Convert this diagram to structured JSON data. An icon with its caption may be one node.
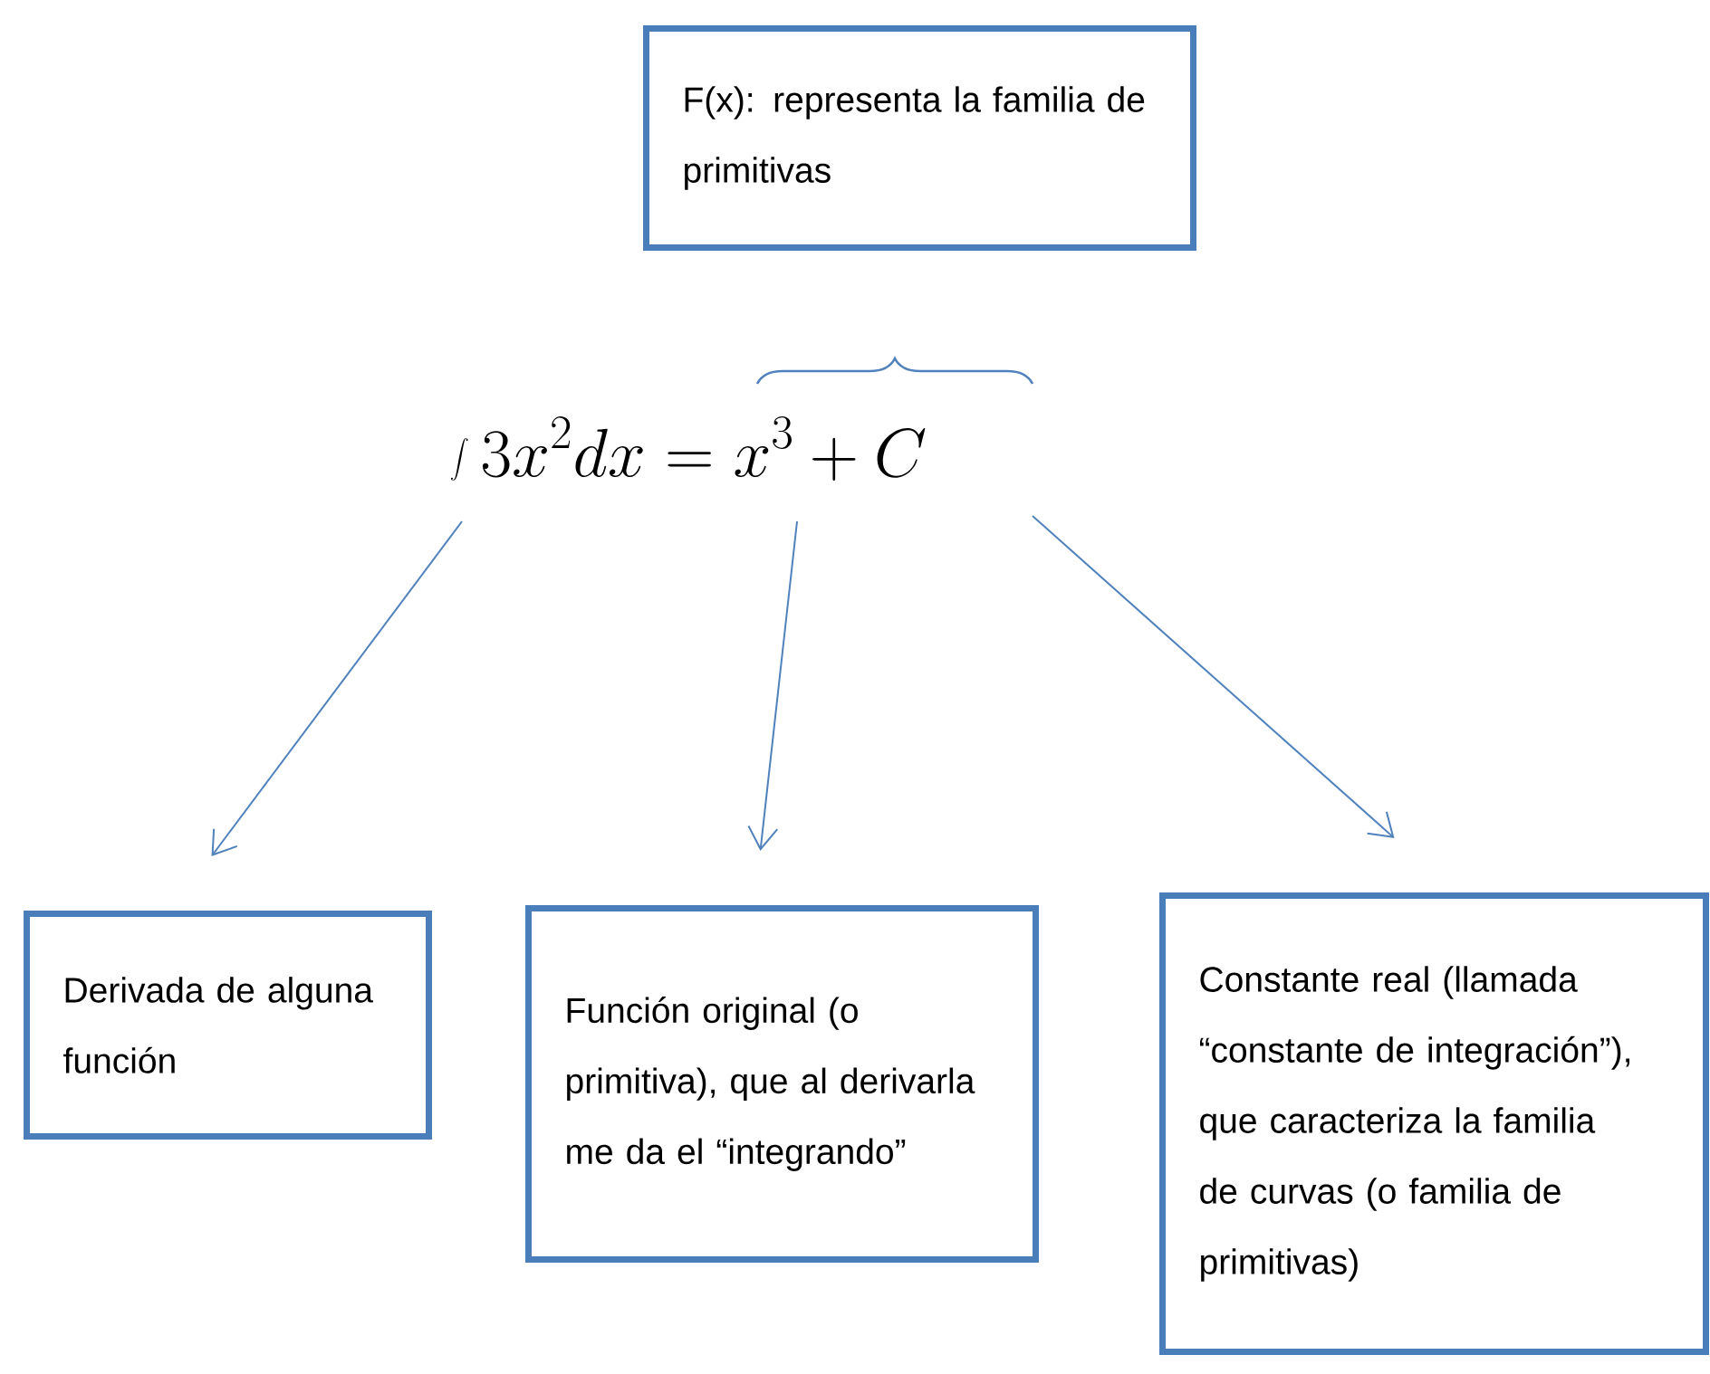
{
  "diagram": {
    "nodes": [
      {
        "text": [
          "F(x): representa la familia de primitivas"
        ]
      },
      {
        "text": [
          "\\int 3x^{2}dx = x^{3} + C"
        ]
      },
      {
        "text": [
          "Derivada de alguna función"
        ]
      },
      {
        "text": [
          "Función original (o primitiva), que al derivarla me da el “integrando”"
        ]
      },
      {
        "text": [
          "Constante real (llamada “constante de integración”), que caracteriza la familia de curvas (o familia de primitivas)"
        ]
      }
    ],
    "edges": [
      {
        "from": 1,
        "to": 2,
        "arrow": "to"
      },
      {
        "from": 1,
        "to": 3,
        "arrow": "to"
      },
      {
        "from": 1,
        "to": 4,
        "arrow": "to"
      }
    ]
  }
}
